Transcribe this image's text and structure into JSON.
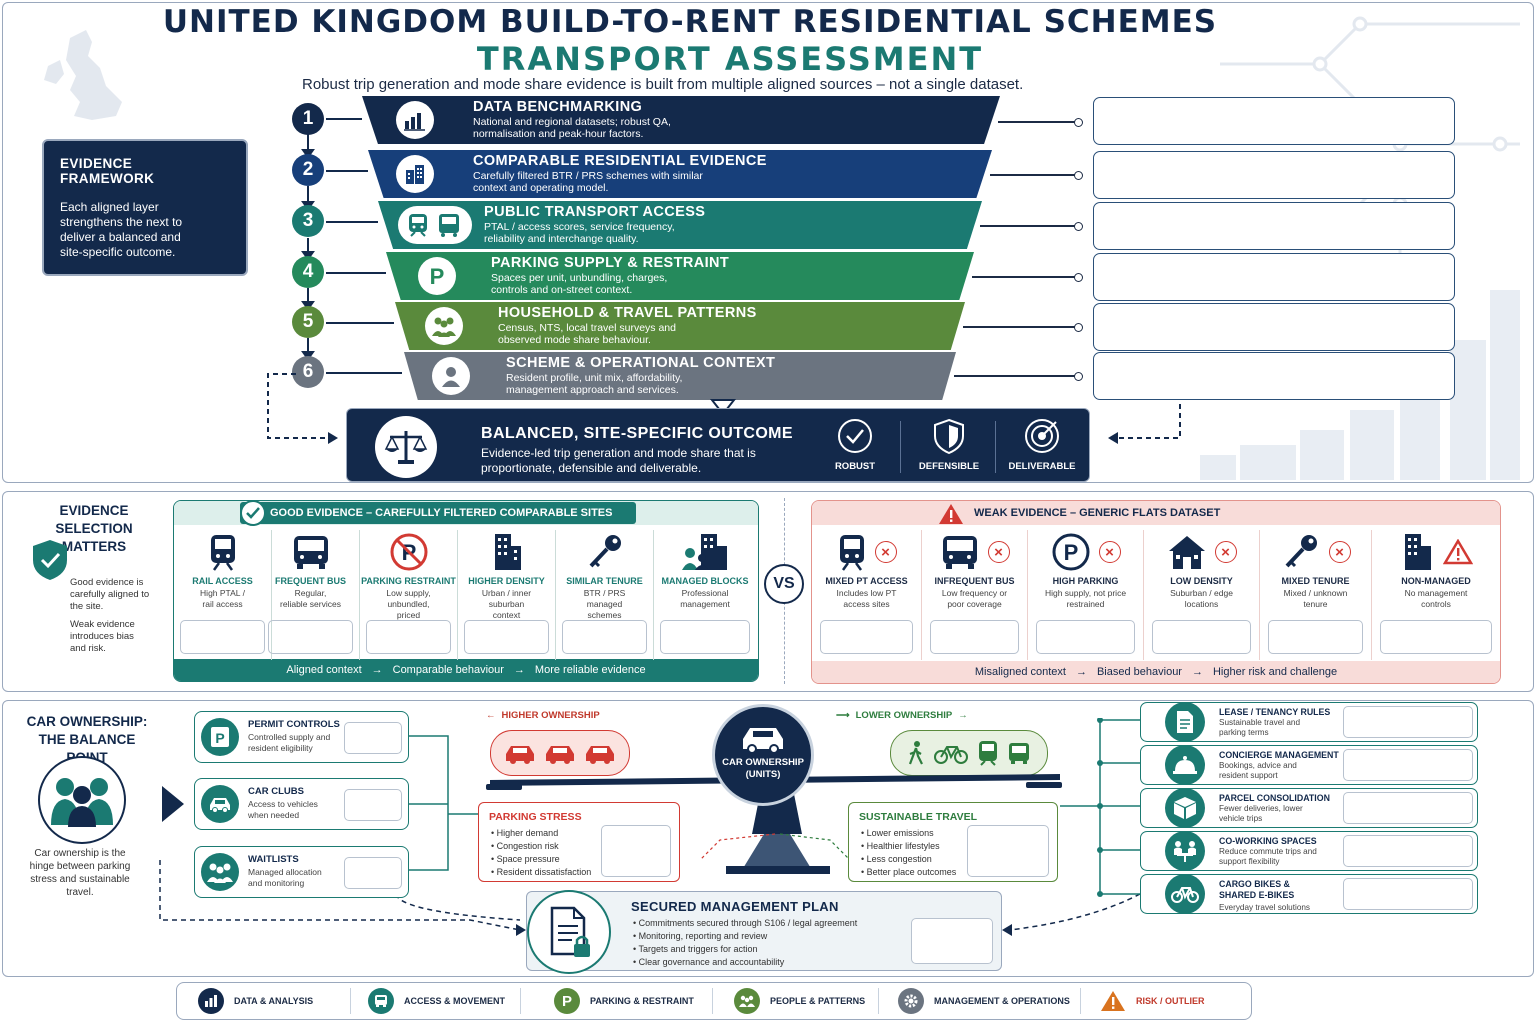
{
  "header": {
    "title_line1": "UNITED KINGDOM BUILD-TO-RENT RESIDENTIAL SCHEMES",
    "title_line2": "TRANSPORT ASSESSMENT",
    "subtitle": "Robust trip generation and mode share evidence is built from multiple aligned sources – not a single dataset."
  },
  "framework": {
    "title": "EVIDENCE FRAMEWORK",
    "text": "Each aligned layer strengthens the next to deliver a balanced and site-specific outcome."
  },
  "layers": [
    {
      "num": "1",
      "title": "DATA BENCHMARKING",
      "desc": "National and regional datasets; robust QA, normalisation and peak-hour factors.",
      "color": "#13294b",
      "icon": "bar-chart-icon"
    },
    {
      "num": "2",
      "title": "COMPARABLE RESIDENTIAL EVIDENCE",
      "desc": "Carefully filtered BTR / PRS schemes with similar context and operating model.",
      "color": "#173f7a",
      "icon": "buildings-icon"
    },
    {
      "num": "3",
      "title": "PUBLIC TRANSPORT ACCESS",
      "desc": "PTAL / access scores, service frequency, reliability and interchange quality.",
      "color": "#1b7a72",
      "icon": "train-bus-icon"
    },
    {
      "num": "4",
      "title": "PARKING SUPPLY & RESTRAINT",
      "desc": "Spaces per unit, unbundling, charges, controls and on-street context.",
      "color": "#258a5c",
      "icon": "parking-icon"
    },
    {
      "num": "5",
      "title": "HOUSEHOLD & TRAVEL PATTERNS",
      "desc": "Census, NTS, local travel surveys and observed mode share behaviour.",
      "color": "#5a8a3c",
      "icon": "people-icon"
    },
    {
      "num": "6",
      "title": "SCHEME & OPERATIONAL CONTEXT",
      "desc": "Resident profile, unit mix, affordability, management approach and services.",
      "color": "#6b7480",
      "icon": "person-icon"
    }
  ],
  "outcome": {
    "title": "BALANCED, SITE-SPECIFIC OUTCOME",
    "text": "Evidence-led trip generation and mode share that is proportionate, defensible and deliverable.",
    "badges": [
      "ROBUST",
      "DEFENSIBLE",
      "DELIVERABLE"
    ]
  },
  "selection": {
    "title": "EVIDENCE SELECTION MATTERS",
    "text1": "Good evidence is carefully aligned to the site.",
    "text2": "Weak evidence introduces bias and risk.",
    "vs": "VS"
  },
  "good": {
    "header": "GOOD EVIDENCE – CAREFULLY FILTERED COMPARABLE SITES",
    "items": [
      {
        "title": "RAIL ACCESS",
        "desc": "High PTAL / rail access",
        "icon": "train-icon"
      },
      {
        "title": "FREQUENT BUS",
        "desc": "Regular, reliable services",
        "icon": "bus-icon"
      },
      {
        "title": "PARKING RESTRAINT",
        "desc": "Low supply, unbundled, priced",
        "icon": "no-parking-icon"
      },
      {
        "title": "HIGHER DENSITY",
        "desc": "Urban / inner suburban context",
        "icon": "tower-icon"
      },
      {
        "title": "SIMILAR TENURE",
        "desc": "BTR / PRS managed schemes",
        "icon": "key-icon"
      },
      {
        "title": "MANAGED BLOCKS",
        "desc": "Professional management",
        "icon": "managed-blocks-icon"
      }
    ],
    "footer": [
      "Aligned context",
      "Comparable behaviour",
      "More reliable evidence"
    ]
  },
  "weak": {
    "header": "WEAK EVIDENCE – GENERIC FLATS DATASET",
    "items": [
      {
        "title": "MIXED PT ACCESS",
        "desc": "Includes low PT access sites",
        "icon": "train-icon"
      },
      {
        "title": "INFREQUENT BUS",
        "desc": "Low frequency or poor coverage",
        "icon": "bus-icon"
      },
      {
        "title": "HIGH PARKING",
        "desc": "High supply, not price restrained",
        "icon": "parking-icon"
      },
      {
        "title": "LOW DENSITY",
        "desc": "Suburban / edge locations",
        "icon": "house-icon"
      },
      {
        "title": "MIXED TENURE",
        "desc": "Mixed / unknown tenure",
        "icon": "key-icon"
      },
      {
        "title": "NON-MANAGED",
        "desc": "No management controls",
        "icon": "tower-icon"
      }
    ],
    "footer": [
      "Misaligned context",
      "Biased behaviour",
      "Higher risk and challenge"
    ]
  },
  "ownership": {
    "title": "CAR OWNERSHIP: THE BALANCE POINT",
    "text": "Car ownership is the hinge between parking stress and sustainable travel.",
    "left_cards": [
      {
        "title": "PERMIT CONTROLS",
        "desc": "Controlled supply and resident eligibility",
        "icon": "permit-icon"
      },
      {
        "title": "CAR CLUBS",
        "desc": "Access to vehicles when needed",
        "icon": "car-icon"
      },
      {
        "title": "WAITLISTS",
        "desc": "Managed allocation and monitoring",
        "icon": "people-icon"
      }
    ],
    "higher": "HIGHER OWNERSHIP",
    "lower": "LOWER OWNERSHIP",
    "pivot": "CAR OWNERSHIP (UNITS)",
    "stress": {
      "title": "PARKING STRESS",
      "items": [
        "Higher demand",
        "Congestion risk",
        "Space pressure",
        "Resident dissatisfaction"
      ]
    },
    "sustainable": {
      "title": "SUSTAINABLE TRAVEL",
      "items": [
        "Lower emissions",
        "Healthier lifestyles",
        "Less congestion",
        "Better place outcomes"
      ]
    },
    "plan": {
      "title": "SECURED MANAGEMENT PLAN",
      "items": [
        "Commitments secured through S106 / legal agreement",
        "Monitoring, reporting and review",
        "Targets and triggers for action",
        "Clear governance and accountability"
      ]
    },
    "right_cards": [
      {
        "title": "LEASE / TENANCY RULES",
        "desc": "Sustainable travel and parking terms",
        "icon": "document-icon"
      },
      {
        "title": "CONCIERGE MANAGEMENT",
        "desc": "Bookings, advice and resident support",
        "icon": "bell-icon"
      },
      {
        "title": "PARCEL CONSOLIDATION",
        "desc": "Fewer deliveries, lower vehicle trips",
        "icon": "parcel-icon"
      },
      {
        "title": "CO-WORKING SPACES",
        "desc": "Reduce commute trips and support flexibility",
        "icon": "coworking-icon"
      },
      {
        "title": "CARGO BIKES & SHARED E-BIKES",
        "desc": "Everyday travel solutions",
        "icon": "bike-icon"
      }
    ]
  },
  "legend": [
    {
      "label": "DATA & ANALYSIS",
      "color": "#13294b",
      "icon": "bar-chart-icon"
    },
    {
      "label": "ACCESS & MOVEMENT",
      "color": "#1b7a72",
      "icon": "bus-icon"
    },
    {
      "label": "PARKING & RESTRAINT",
      "color": "#5a8a3c",
      "icon": "parking-icon"
    },
    {
      "label": "PEOPLE & PATTERNS",
      "color": "#5a8a3c",
      "icon": "people-icon"
    },
    {
      "label": "MANAGEMENT & OPERATIONS",
      "color": "#6b7480",
      "icon": "gear-icon"
    },
    {
      "label": "RISK / OUTLIER",
      "color": "#d9731f",
      "icon": "warning-icon"
    }
  ],
  "colors": {
    "navy": "#13294b",
    "teal": "#1b7a72",
    "green": "#5a8a3c",
    "red": "#d23a33",
    "grey": "#6b7480"
  }
}
